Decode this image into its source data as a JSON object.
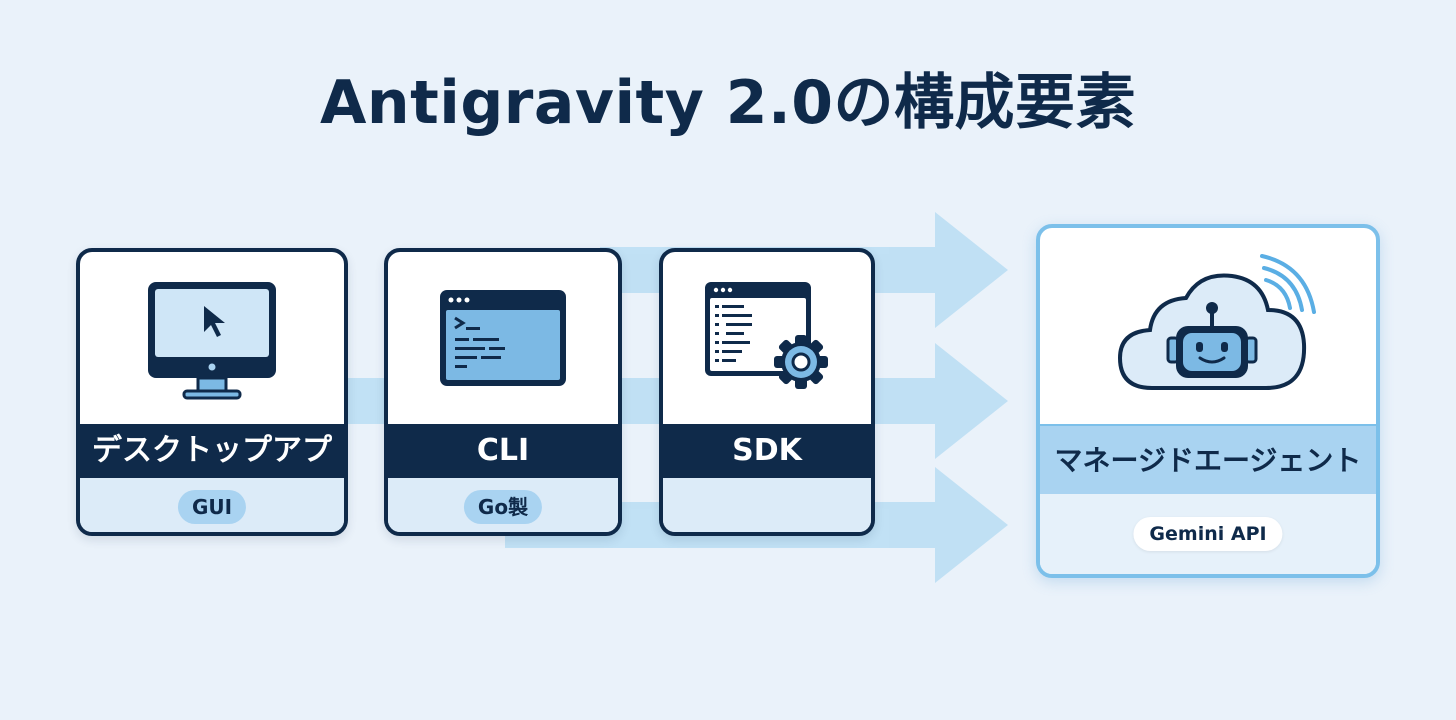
{
  "title": "Antigravity 2.0の構成要素",
  "components": [
    {
      "label": "デスクトップアプリ",
      "tag": "GUI",
      "icon": "desktop-monitor-icon"
    },
    {
      "label": "CLI",
      "tag": "Go製",
      "icon": "terminal-window-icon"
    },
    {
      "label": "SDK",
      "tag": "",
      "icon": "code-gear-icon"
    }
  ],
  "target": {
    "label": "マネージドエージェント",
    "tag": "Gemini API",
    "icon": "cloud-robot-icon"
  },
  "colors": {
    "navy": "#0f2a4a",
    "accent_blue": "#a9d3f1",
    "arrow_blue": "#bcdff4",
    "background": "#eaf2fa"
  }
}
